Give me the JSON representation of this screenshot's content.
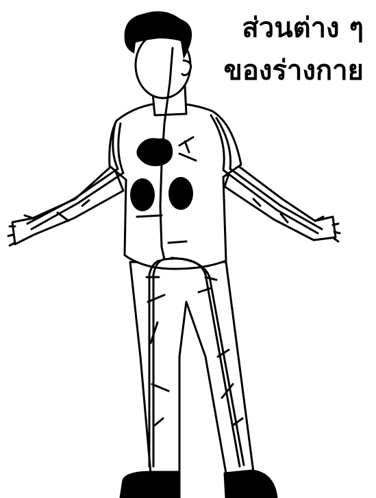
{
  "title": {
    "line1": "ส่วนต่าง ๆ",
    "line2": "ของร่างกาย"
  },
  "colors": {
    "ink": "#000000",
    "background": "#ffffff"
  },
  "figure": {
    "subject": "human-body-outline",
    "parts": [
      "head",
      "hair",
      "torso",
      "left-arm",
      "right-arm",
      "legs",
      "feet",
      "heart",
      "kidneys",
      "blood-vessels"
    ]
  }
}
